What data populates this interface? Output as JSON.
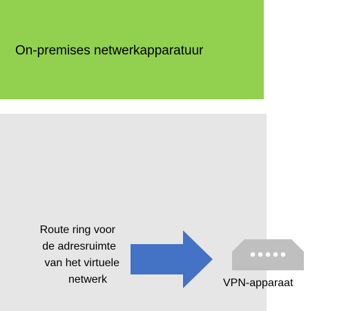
{
  "onprem": {
    "label": "On-premises netwerkapparatuur"
  },
  "route": {
    "lines": [
      "Route ring voor",
      "de adresruimte",
      "van het virtuele",
      "netwerk"
    ]
  },
  "vpn": {
    "label": "VPN-apparaat",
    "icon": "vpn-device-icon"
  },
  "colors": {
    "onprem_bg": "#92d050",
    "network_bg": "#e6e6e6",
    "arrow": "#4472c4",
    "device": "#bfbfbf"
  }
}
